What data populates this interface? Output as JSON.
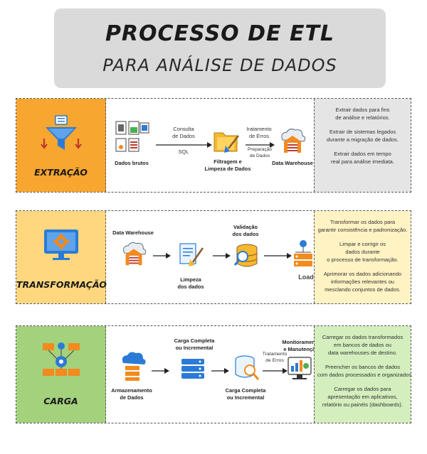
{
  "title": {
    "main": "PROCESSO DE ETL",
    "sub": "PARA ANÁLISE DE DADOS"
  },
  "colors": {
    "extracao": "#f7a630",
    "transformacao": "#ffd77e",
    "carga": "#a3d17c",
    "notes_extracao": "#e5e5e5",
    "notes_transformacao": "#fff3c4",
    "notes_carga": "#d4eebe",
    "accent_blue": "#2b7bd6",
    "accent_orange": "#f28a1e"
  },
  "stages": [
    {
      "name": "EXTRAÇÃO",
      "icon": "funnel-icon",
      "flow": {
        "source": "Dados brutos",
        "arrow1_top": "Consulta\nde Dados",
        "arrow1_bottom": "SQL",
        "middle": "Filtragem e\nLimpeza de Dados",
        "arrow2_top": "Iratamento\nde Erros",
        "arrow2_bottom": "Preparação\nde Dados",
        "target": "Data Warehouse"
      },
      "notes": [
        "Extrair dados para fins\nde análise e relatórios.",
        "Extrair de sistemas legados\ndurante a migração de dados.",
        "Extrair dados em tempo\nreal para análise imediata."
      ]
    },
    {
      "name": "TRANSFORMAÇÃO",
      "icon": "monitor-gear-icon",
      "flow": {
        "source": "Data Warehouse",
        "middle": "Limpeza\ndos dados",
        "validation": "Validação\ndos dados",
        "target": "Load"
      },
      "notes": [
        "Transformar os dados para\ngarantir consistência e padronização.",
        "Limpar e corrigir os\ndados durante\no processo de transformação.",
        "Aprimorar os dados adicionando\ninformações relevantes ou\nmesclando conjuntos de dados."
      ]
    },
    {
      "name": "CARGA",
      "icon": "server-network-icon",
      "flow": {
        "source": "Armazenamento\nde Dados",
        "loadA": "Carga Completa\nou Incremental",
        "loadB": "Carga Completa\nou Incremental",
        "arrow_label": "Tratamento\nde Erros",
        "target": "Monitoramento\ne Manutenção"
      },
      "notes": [
        "Carregar os dados transformados\nem bancos de dados ou\ndata warehouses de destino.",
        "Preencher os bancos de dados\ncom dados processados e organizados.",
        "Carregar os dados para\napresentação em aplicativos,\nrelatório ou painéis (dashboards)."
      ]
    }
  ]
}
